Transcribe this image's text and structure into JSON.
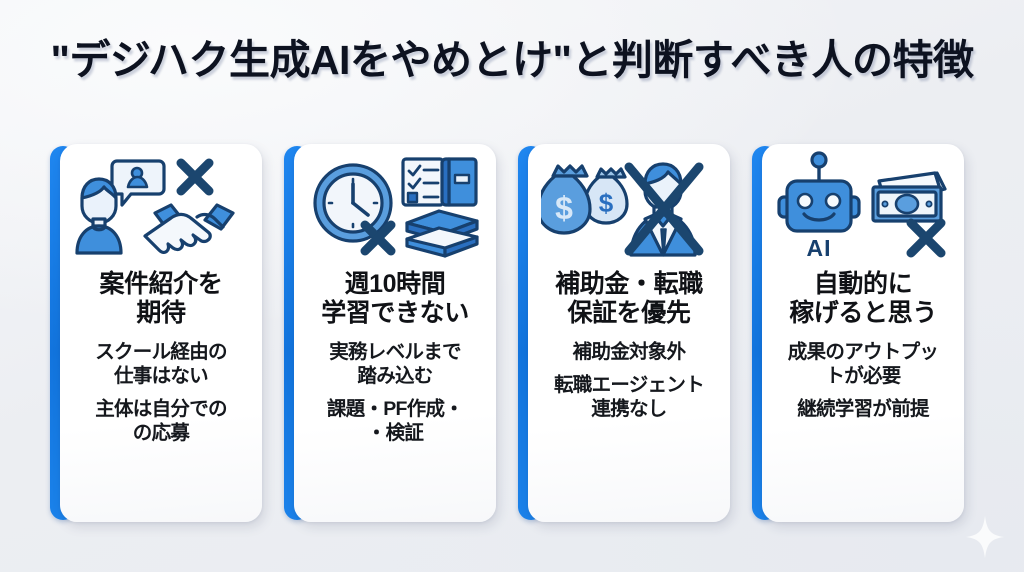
{
  "theme": {
    "background": "#eff1f4",
    "accent_blue": "#1a82ea",
    "icon_blue": "#3f8fdc",
    "icon_outline": "#17406e",
    "title_color": "#0d1220",
    "card_bg": "#ffffff"
  },
  "header": {
    "title": "\"デジハク生成AIをやめとけ\"と判断すべき人の特徴"
  },
  "cards": [
    {
      "icon_name": "person-speech-handshake-cross-icon",
      "title": "案件紹介を\n期待",
      "note1": "スクール経由の\n仕事はない",
      "note2": "主体は自分での\nの応募"
    },
    {
      "icon_name": "clock-cross-checklist-books-icon",
      "title": "週10時間\n学習できない",
      "note1": "実務レベルまで\n踏み込む",
      "note2": "課題・PF作成・\n・検証"
    },
    {
      "icon_name": "money-bags-crossed-businessperson-icon",
      "title": "補助金・転職\n保証を優先",
      "note1": "補助金対象外",
      "note2": "転職エージェント\n連携なし"
    },
    {
      "icon_name": "ai-robot-cash-cross-icon",
      "title": "自動的に\n稼げると思う",
      "note1": "成果のアウトプッ\nトが必要",
      "note2": "継続学習が前提"
    }
  ],
  "decoration": {
    "sparkle_name": "four-point-sparkle"
  }
}
